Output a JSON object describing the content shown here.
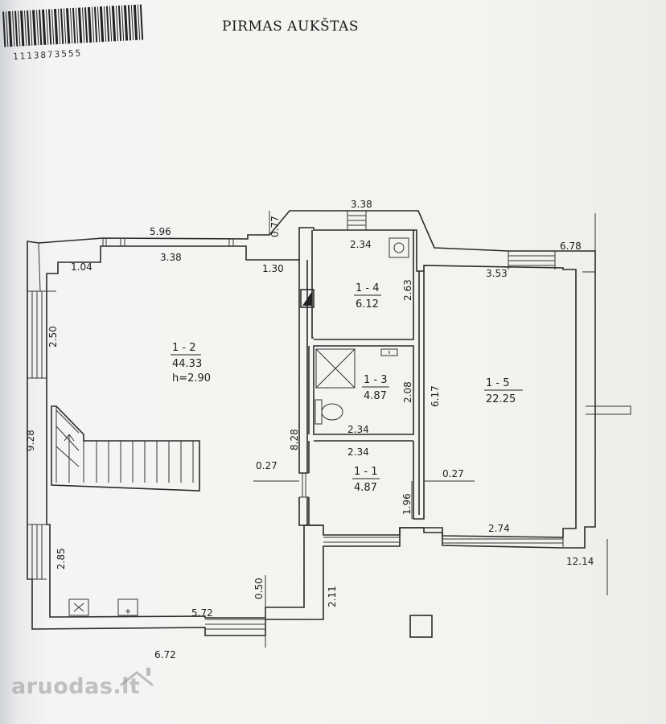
{
  "floor_title": "PIRMAS AUKŠTAS",
  "barcode_number": "1113873555",
  "watermark": "aruodas.lt",
  "rooms": [
    {
      "id": "1 - 2",
      "area": "44.33",
      "height": "h=2.90"
    },
    {
      "id": "1 - 4",
      "area": "6.12"
    },
    {
      "id": "1 - 3",
      "area": "4.87"
    },
    {
      "id": "1 - 1",
      "area": "4.87"
    },
    {
      "id": "1 - 5",
      "area": "22.25"
    }
  ],
  "dimensions": {
    "d_338_top": "3.38",
    "d_077": "0.77",
    "d_596": "5.96",
    "d_678": "6.78",
    "d_104": "1.04",
    "d_338_mid": "3.38",
    "d_130": "1.30",
    "d_234_a": "2.34",
    "d_353": "3.53",
    "d_263": "2.63",
    "d_250": "2.50",
    "d_928": "9.28",
    "d_208": "2.08",
    "d_617": "6.17",
    "d_828": "8.28",
    "d_234_b": "2.34",
    "d_234_c": "2.34",
    "d_027_a": "0.27",
    "d_027_b": "0.27",
    "d_196": "1.96",
    "d_274": "2.74",
    "d_1214": "12.14",
    "d_285": "2.85",
    "d_050": "0.50",
    "d_211": "2.11",
    "d_572": "5.72",
    "d_672": "6.72"
  },
  "colors": {
    "line": "#2a2a2a",
    "paper": "#f3f3f0",
    "watermark": "#969696"
  }
}
